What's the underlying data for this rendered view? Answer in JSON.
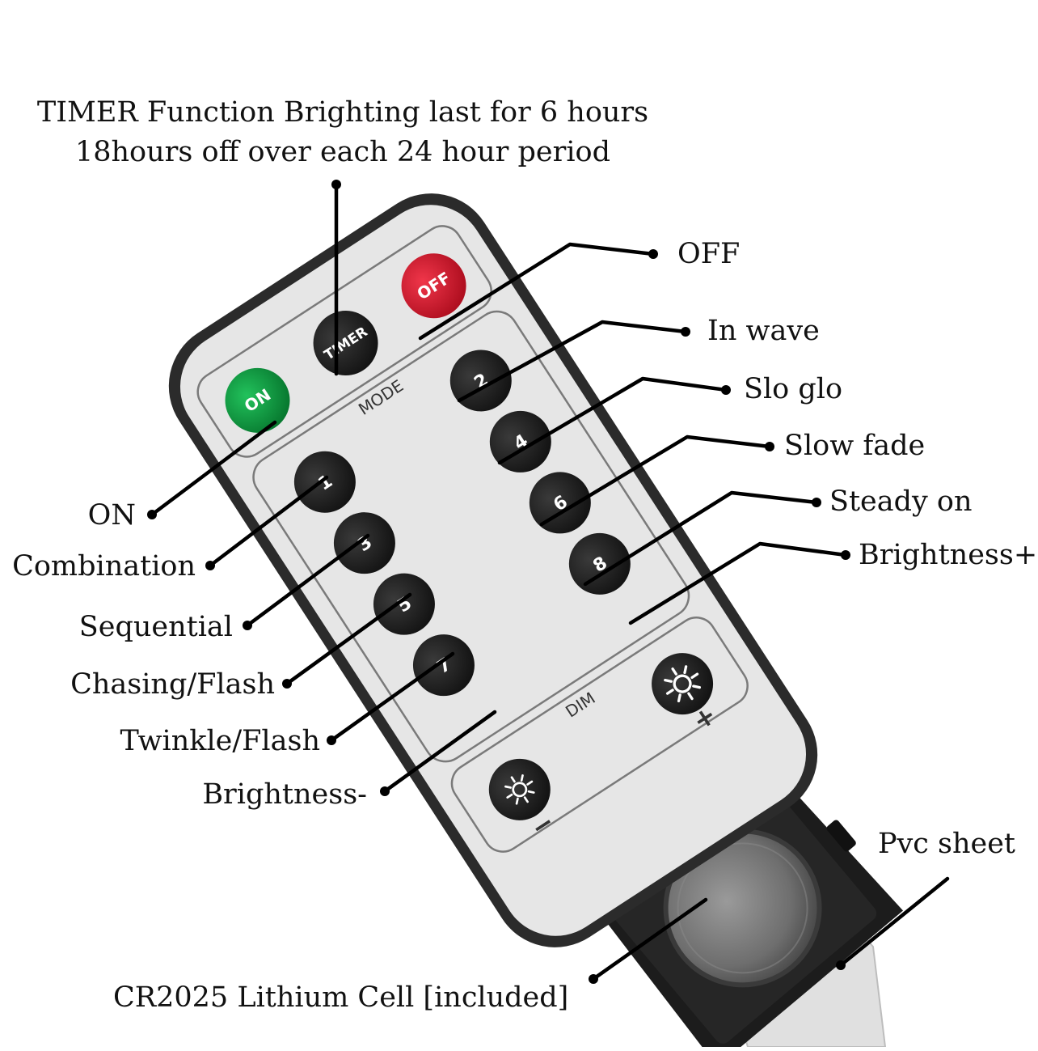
{
  "header": {
    "line1": "TIMER Function Brighting last for 6 hours",
    "line2": "18hours off over each 24 hour period"
  },
  "remote": {
    "on_label": "ON",
    "off_label": "OFF",
    "timer_label": "TIMER",
    "mode_label": "MODE",
    "dim_label": "DIM",
    "plus_label": "+",
    "minus_label": "−",
    "mode_buttons": [
      "1",
      "2",
      "3",
      "4",
      "5",
      "6",
      "7",
      "8"
    ],
    "colors": {
      "body": "#e6e6e6",
      "frame": "#2b2b2b",
      "button": "#1e1e1e",
      "on_button": "#0d9a41",
      "off_button": "#d61a2e"
    }
  },
  "callouts": {
    "off": "OFF",
    "in_wave": "In wave",
    "slo_glo": "Slo glo",
    "slow_fade": "Slow fade",
    "steady_on": "Steady on",
    "brightness_plus": "Brightness+",
    "on": "ON",
    "combination": "Combination",
    "sequential": "Sequential",
    "chasing_flash": "Chasing/Flash",
    "twinkle_flash": "Twinkle/Flash",
    "brightness_minus": "Brightness-",
    "pvc_sheet": "Pvc sheet",
    "battery": "CR2025 Lithium Cell [included]"
  },
  "icons": [
    "sun-bright-icon",
    "sun-dim-icon",
    "battery-icon"
  ]
}
